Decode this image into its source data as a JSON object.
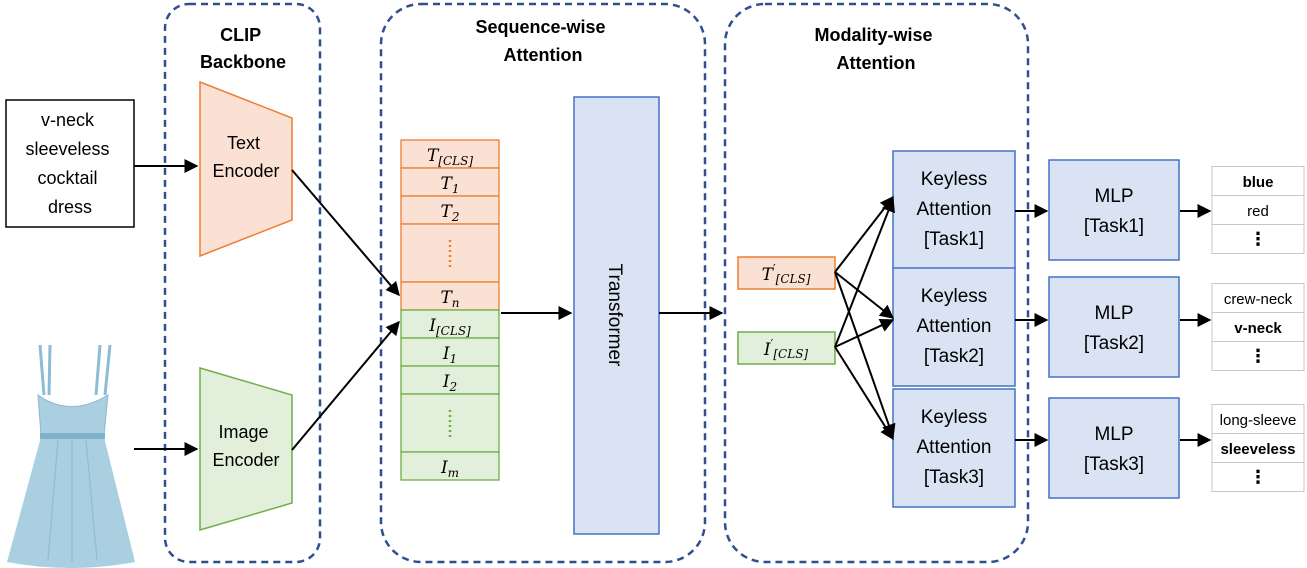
{
  "input_text": [
    "v-neck",
    "sleeveless",
    "cocktail",
    "dress"
  ],
  "image_input": {
    "subject": "light blue sleeveless dress"
  },
  "groups": {
    "clip": [
      "CLIP",
      "Backbone"
    ],
    "sequence": [
      "Sequence-wise",
      "Attention"
    ],
    "modality": [
      "Modality-wise",
      "Attention"
    ]
  },
  "encoders": {
    "text": [
      "Text",
      "Encoder"
    ],
    "image": [
      "Image",
      "Encoder"
    ]
  },
  "tokens": {
    "text": [
      {
        "base": "T",
        "sub": "[CLS]"
      },
      {
        "base": "T",
        "sub": "1"
      },
      {
        "base": "T",
        "sub": "2"
      },
      {
        "base": "",
        "sub": "",
        "ellipsis": true
      },
      {
        "base": "T",
        "sub": "n"
      }
    ],
    "image": [
      {
        "base": "I",
        "sub": "[CLS]"
      },
      {
        "base": "I",
        "sub": "1"
      },
      {
        "base": "I",
        "sub": "2"
      },
      {
        "base": "",
        "sub": "",
        "ellipsis": true
      },
      {
        "base": "I",
        "sub": "m"
      }
    ]
  },
  "transformer_label": "Transformer",
  "cls_outputs": {
    "text": {
      "base": "T",
      "prime": "′",
      "sub": "[CLS]"
    },
    "image": {
      "base": "I",
      "prime": "′",
      "sub": "[CLS]"
    }
  },
  "keyless": [
    [
      "Keyless",
      "Attention",
      "[Task1]"
    ],
    [
      "Keyless",
      "Attention",
      "[Task2]"
    ],
    [
      "Keyless",
      "Attention",
      "[Task3]"
    ]
  ],
  "mlp": [
    [
      "MLP",
      "[Task1]"
    ],
    [
      "MLP",
      "[Task2]"
    ],
    [
      "MLP",
      "[Task3]"
    ]
  ],
  "outputs": [
    [
      {
        "text": "blue",
        "bold": true
      },
      {
        "text": "red",
        "bold": false
      },
      {
        "text": "⋮",
        "bold": true
      }
    ],
    [
      {
        "text": "crew-neck",
        "bold": false
      },
      {
        "text": "v-neck",
        "bold": true
      },
      {
        "text": "⋮",
        "bold": true
      }
    ],
    [
      {
        "text": "long-sleeve",
        "bold": false
      },
      {
        "text": "sleeveless",
        "bold": true
      },
      {
        "text": "⋮",
        "bold": true
      }
    ]
  ],
  "colors": {
    "dashed_border": "#2f4f8f",
    "text_fill": "#fbe1d3",
    "text_stroke": "#ed7d31",
    "image_fill": "#e2efda",
    "image_stroke": "#70ad47",
    "blue_fill": "#dae3f3",
    "blue_stroke": "#4472c4",
    "dress": "#a9cfe0",
    "dress_dark": "#7fb2cb",
    "arrow": "#000000",
    "output_border": "#c8c8c8"
  }
}
